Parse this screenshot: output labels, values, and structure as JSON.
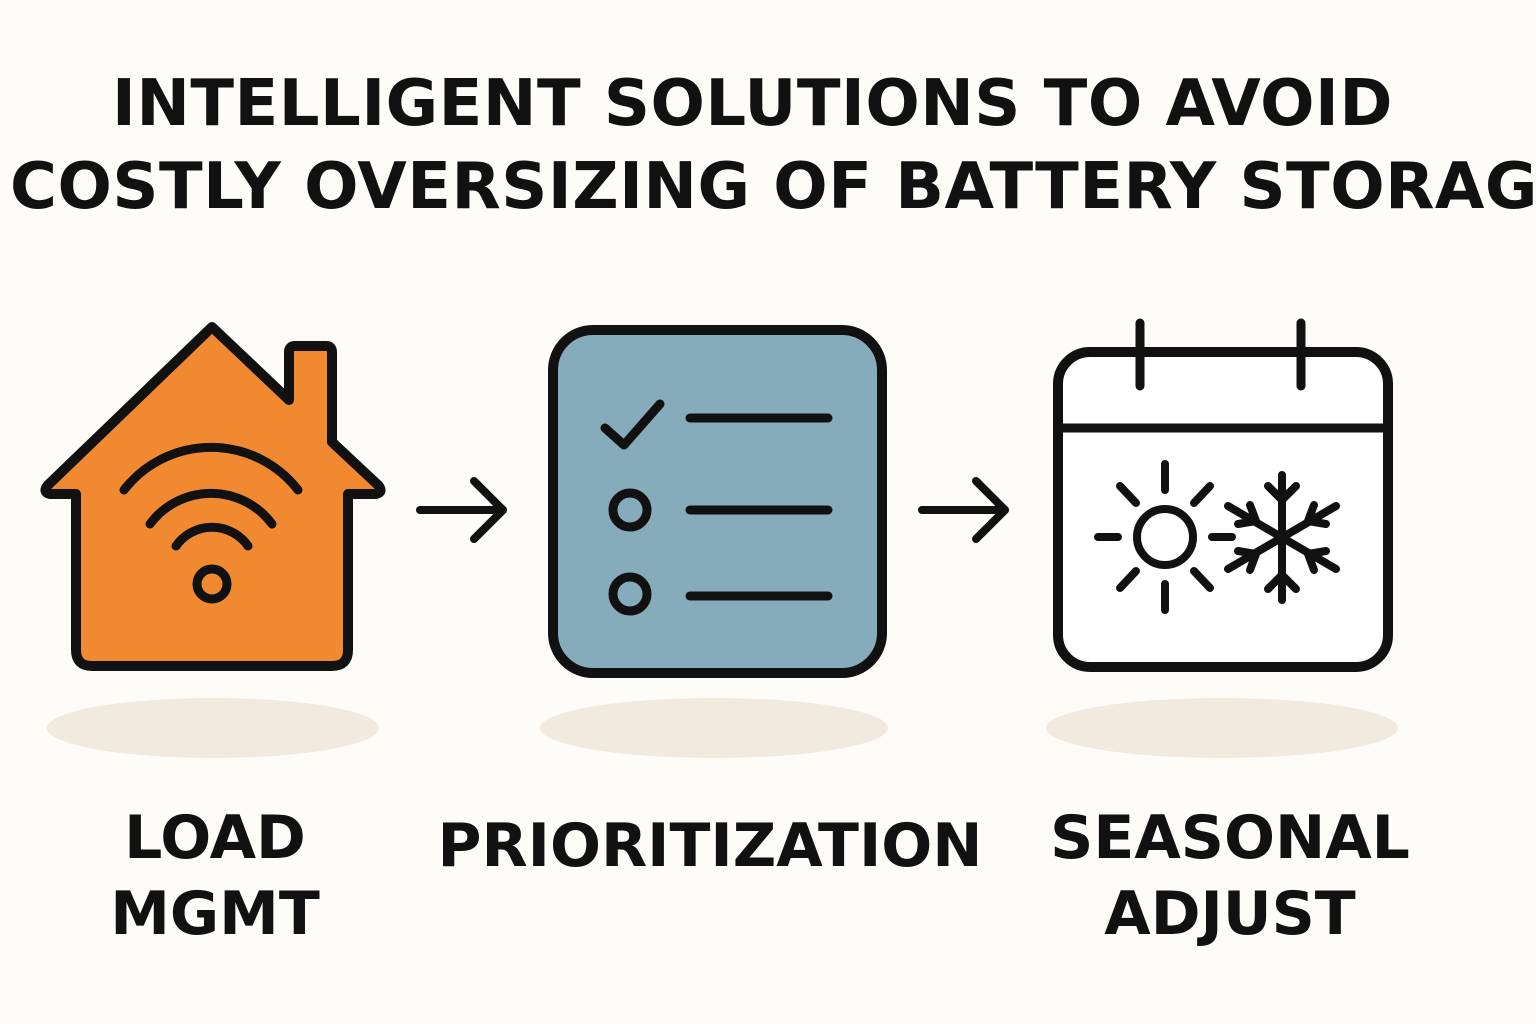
{
  "title": {
    "line1": "INTELLIGENT SOLUTIONS TO AVOID",
    "line2": "COSTLY OVERSIZING OF BATTERY STORAGE"
  },
  "steps": [
    {
      "label_line1": "LOAD",
      "label_line2": "MGMT",
      "icon": "smart-home-wifi-icon",
      "color": "#F0892F"
    },
    {
      "label_line1": "PRIORITIZATION",
      "icon": "checklist-icon",
      "color": "#86ABBA"
    },
    {
      "label_line1": "SEASONAL",
      "label_line2": "ADJUST",
      "icon": "calendar-sun-snowflake-icon",
      "color": "#FFFFFF"
    }
  ],
  "connectors": [
    "arrow-right-icon",
    "arrow-right-icon"
  ],
  "colors": {
    "background": "#FDFCF9",
    "stroke": "#111111",
    "shadow": "#F2E9DF"
  }
}
